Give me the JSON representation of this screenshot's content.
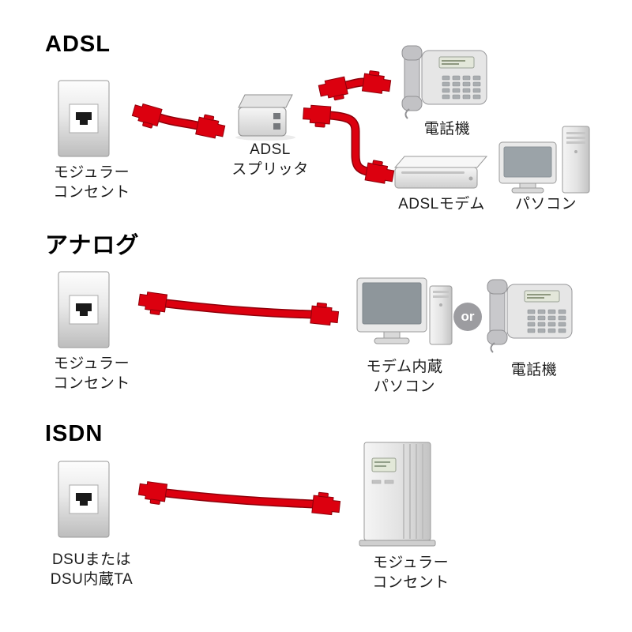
{
  "colors": {
    "cable_red": "#dc000f",
    "or_badge_bg": "#9c9ca0",
    "device_gray": "#d6d6d6"
  },
  "sections": {
    "adsl": {
      "title": "ADSL",
      "outlet_label": [
        "モジュラー",
        "コンセント"
      ],
      "splitter_label": [
        "ADSL",
        "スプリッタ"
      ],
      "phone_label": "電話機",
      "modem_label": "ADSLモデム",
      "pc_label": "パソコン"
    },
    "analog": {
      "title": "アナログ",
      "outlet_label": [
        "モジュラー",
        "コンセント"
      ],
      "pc_label": [
        "モデム内蔵",
        "パソコン"
      ],
      "or_label": "or",
      "phone_label": "電話機"
    },
    "isdn": {
      "title": "ISDN",
      "outlet_label": [
        "DSUまたは",
        "DSU内蔵TA"
      ],
      "device_label": [
        "モジュラー",
        "コンセント"
      ]
    }
  }
}
